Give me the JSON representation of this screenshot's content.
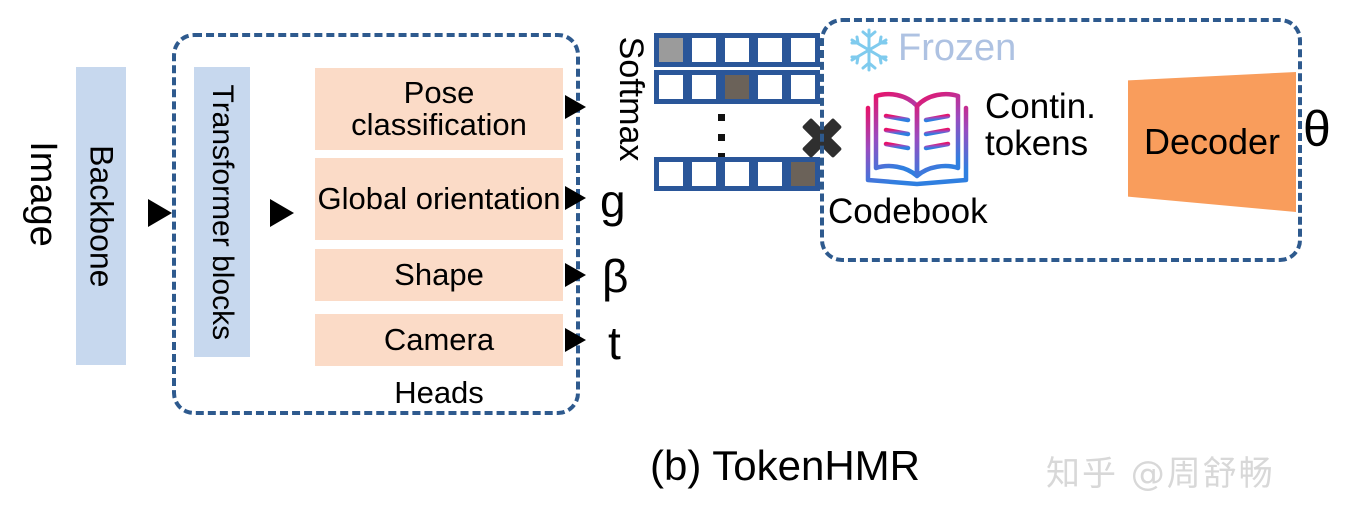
{
  "figure": {
    "caption": "(b) TokenHMR",
    "watermark": "知乎 @周舒畅"
  },
  "input": {
    "image_label": "Image"
  },
  "encoder": {
    "backbone_label": "Backbone",
    "transformer_label": "Transformer\nblocks",
    "group_label": "Heads",
    "heads": [
      {
        "label": "Pose\nclassification",
        "output": "Softmax"
      },
      {
        "label": "Global\norientation",
        "output": "g"
      },
      {
        "label": "Shape",
        "output": "β"
      },
      {
        "label": "Camera",
        "output": "t"
      }
    ]
  },
  "softmax": {
    "label": "Softmax"
  },
  "tokens": {
    "rows": [
      {
        "cells": [
          "light",
          "empty",
          "empty",
          "empty",
          "empty"
        ]
      },
      {
        "cells": [
          "empty",
          "empty",
          "dark",
          "empty",
          "empty"
        ]
      },
      {
        "cells": [
          "empty",
          "empty",
          "empty",
          "empty",
          "dark"
        ]
      }
    ],
    "ellipsis": "⋮"
  },
  "operator": {
    "multiply": "×"
  },
  "codebook": {
    "frozen_label": "Frozen",
    "frozen_icon": "snowflake-icon",
    "book_icon": "open-book-icon",
    "codebook_label": "Codebook",
    "contin_tokens_label": "Contin.\ntokens",
    "decoder_label": "Decoder",
    "theta_label": "θ"
  },
  "colors": {
    "blue_box": "#c7d8ee",
    "peach_box": "#fbdbc7",
    "dashed_border": "#2e5a8e",
    "token_border": "#2a5699",
    "token_fill_light": "#9b9b9b",
    "token_fill_dark": "#6b6259",
    "decoder_orange": "#f99d5c",
    "frozen_text": "#aec2e2",
    "watermark": "#d8d8d8"
  }
}
